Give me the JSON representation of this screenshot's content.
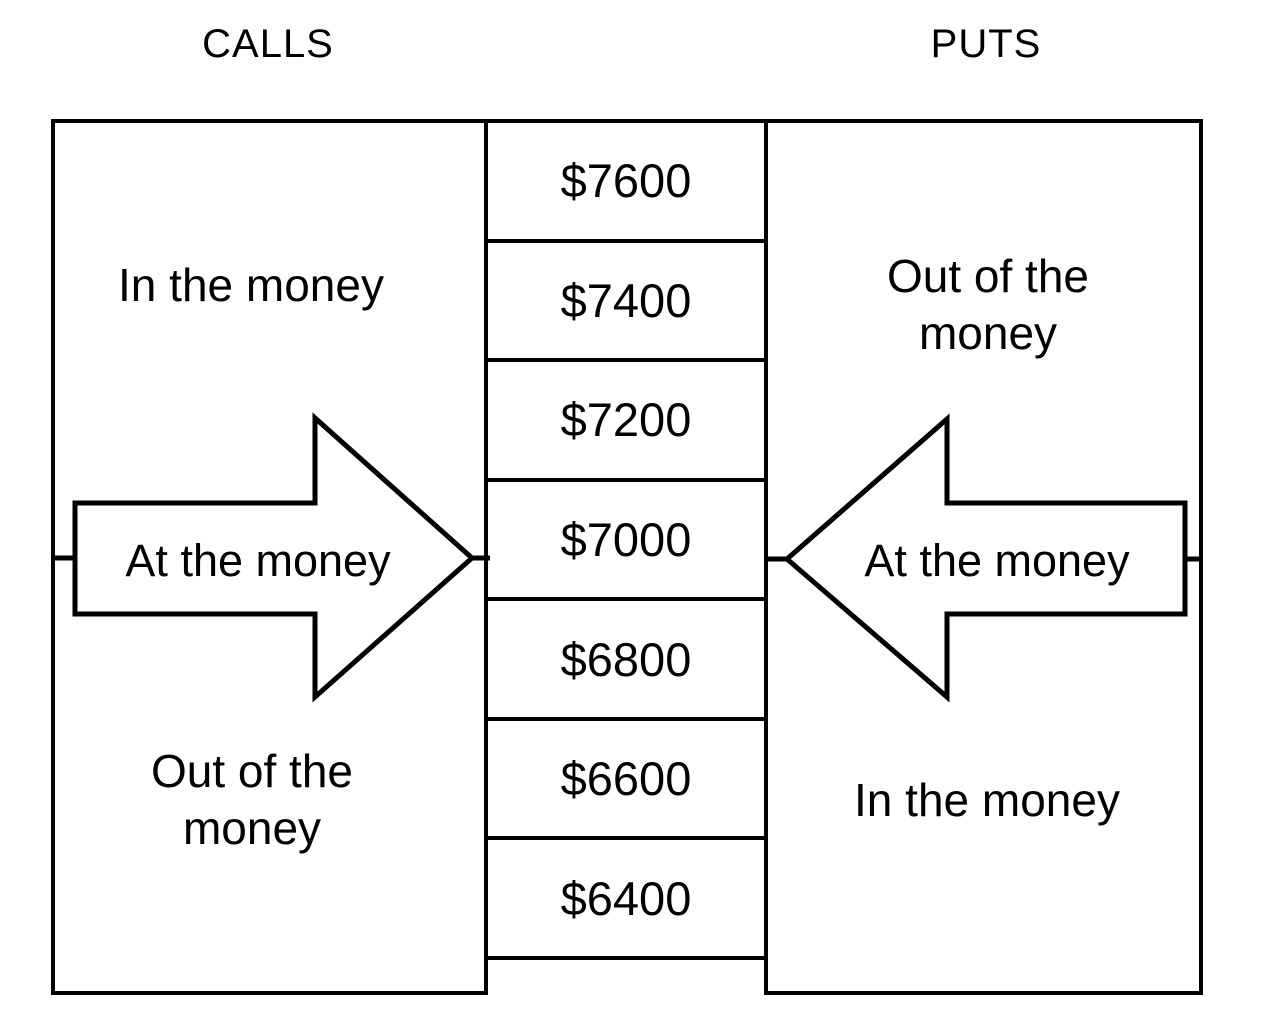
{
  "titles": {
    "calls": "CALLS",
    "puts": "PUTS"
  },
  "calls_panel": {
    "top_label": "In the money",
    "arrow_label": "At the money",
    "bottom_label": "Out of the\nmoney"
  },
  "puts_panel": {
    "top_label": "Out of the\nmoney",
    "arrow_label": "At the money",
    "bottom_label": "In the money"
  },
  "strikes": [
    "$7600",
    "$7400",
    "$7200",
    "$7000",
    "$6800",
    "$6600",
    "$6400"
  ],
  "at_the_money_strike": "$7000",
  "colors": {
    "line": "#000000",
    "background": "#ffffff",
    "text": "#000000"
  }
}
